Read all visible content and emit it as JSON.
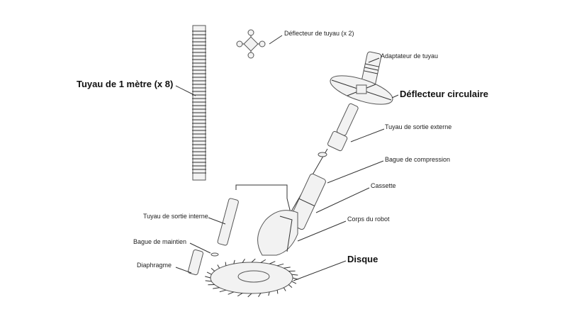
{
  "labels": {
    "hose_1m": "Tuyau de 1 mètre (x 8)",
    "hose_deflector": "Déflecteur de tuyau (x 2)",
    "hose_adapter": "Adaptateur de tuyau",
    "circular_deflector": "Déflecteur circulaire",
    "external_outlet_hose": "Tuyau de sortie externe",
    "compression_ring": "Bague de compression",
    "cassette": "Cassette",
    "robot_body": "Corps du robot",
    "disc": "Disque",
    "internal_outlet_hose": "Tuyau de sortie interne",
    "retaining_ring": "Bague de maintien",
    "diaphragm": "Diaphragme"
  }
}
